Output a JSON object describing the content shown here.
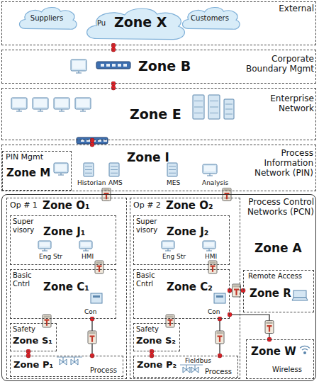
{
  "diagram": {
    "nodes": [
      {
        "text": [
          "External"
        ]
      },
      {
        "text": [
          "Suppliers"
        ],
        "in": 0
      },
      {
        "text": [
          "Pu",
          "Zone X"
        ],
        "in": 0
      },
      {
        "text": [
          "Customers"
        ],
        "in": 0
      },
      {
        "text": [
          "Corporate Boundary Mgmt",
          "Zone B"
        ]
      },
      {
        "text": [
          "Enterprise Network",
          "Zone E"
        ]
      },
      {
        "text": [
          "Process Information Network (PIN)"
        ]
      },
      {
        "text": [
          "PIN Mgmt",
          "Zone M"
        ],
        "in": 6
      },
      {
        "text": [
          "Zone I",
          "Historian",
          "AMS",
          "MES",
          "Analysis"
        ],
        "in": 6
      },
      {
        "text": [
          "Process Control Networks (PCN)",
          "Zone A"
        ]
      },
      {
        "text": [
          "Op # 1",
          "Zone O₁"
        ],
        "in": 9
      },
      {
        "text": [
          "Super visory",
          "Zone J₁",
          "Eng Str",
          "HMI"
        ],
        "in": 10
      },
      {
        "text": [
          "Basic Cntrl",
          "Zone C₁",
          "Con"
        ],
        "in": 10
      },
      {
        "text": [
          "Safety",
          "Zone S₁"
        ],
        "in": 10
      },
      {
        "text": [
          "Zone P₁",
          "Process"
        ],
        "in": 10
      },
      {
        "text": [
          "Op # 2",
          "Zone O₂"
        ],
        "in": 9
      },
      {
        "text": [
          "Super visory",
          "Zone J₂",
          "Eng Str",
          "HMI"
        ],
        "in": 15
      },
      {
        "text": [
          "Basic Cntrl",
          "Zone C₂",
          "Con"
        ],
        "in": 15
      },
      {
        "text": [
          "Safety",
          "Zone S₂"
        ],
        "in": 15
      },
      {
        "text": [
          "Zone P₂",
          "Fieldbus",
          "Process"
        ],
        "in": 15
      },
      {
        "text": [
          "Remote Access",
          "Zone R"
        ],
        "in": 9
      },
      {
        "text": [
          "Zone W",
          "Wireless"
        ],
        "in": 9
      }
    ],
    "edges": [
      {
        "from": 0,
        "to": 4,
        "arrow": "none"
      },
      {
        "from": 4,
        "to": 5,
        "arrow": "none"
      },
      {
        "from": 5,
        "to": 6,
        "arrow": "none"
      },
      {
        "from": 6,
        "to": 10,
        "arrow": "none"
      },
      {
        "from": 6,
        "to": 15,
        "arrow": "none"
      },
      {
        "from": 11,
        "to": 12,
        "arrow": "none"
      },
      {
        "from": 12,
        "to": 13,
        "arrow": "none"
      },
      {
        "from": 12,
        "to": 14,
        "arrow": "none"
      },
      {
        "from": 13,
        "to": 14,
        "arrow": "none"
      },
      {
        "from": 16,
        "to": 17,
        "arrow": "none"
      },
      {
        "from": 17,
        "to": 18,
        "arrow": "none"
      },
      {
        "from": 17,
        "to": 19,
        "arrow": "none"
      },
      {
        "from": 18,
        "to": 19,
        "arrow": "none"
      },
      {
        "from": 17,
        "to": 21,
        "arrow": "none"
      },
      {
        "from": 17,
        "to": 20,
        "arrow": "none"
      }
    ]
  }
}
